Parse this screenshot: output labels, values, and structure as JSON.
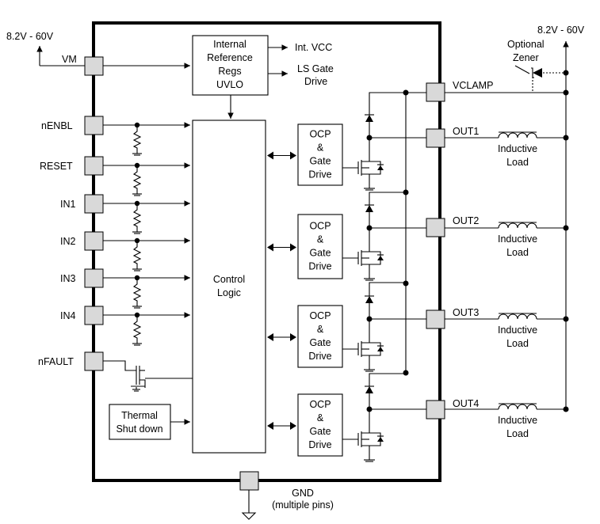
{
  "supply_left": "8.2V - 60V",
  "supply_right": "8.2V - 60V",
  "pins_left": {
    "vm": "VM",
    "nenbl": "nENBL",
    "reset": "RESET",
    "in1": "IN1",
    "in2": "IN2",
    "in3": "IN3",
    "in4": "IN4",
    "nfault": "nFAULT"
  },
  "ref_block": [
    "Internal",
    "Reference",
    "Regs",
    "UVLO"
  ],
  "outputs_top": {
    "int_vcc": "Int. VCC",
    "ls_gate_drive": [
      "LS Gate",
      "Drive"
    ]
  },
  "control_logic": [
    "Control",
    "Logic"
  ],
  "thermal": [
    "Thermal",
    "Shut down"
  ],
  "ocp_block": [
    "OCP",
    "&",
    "Gate",
    "Drive"
  ],
  "pins_right": {
    "vclamp": "VCLAMP",
    "out1": "OUT1",
    "out2": "OUT2",
    "out3": "OUT3",
    "out4": "OUT4"
  },
  "optional_zener": [
    "Optional",
    "Zener"
  ],
  "inductive_load": [
    "Inductive",
    "Load"
  ],
  "gnd": [
    "GND",
    "(multiple pins)"
  ]
}
